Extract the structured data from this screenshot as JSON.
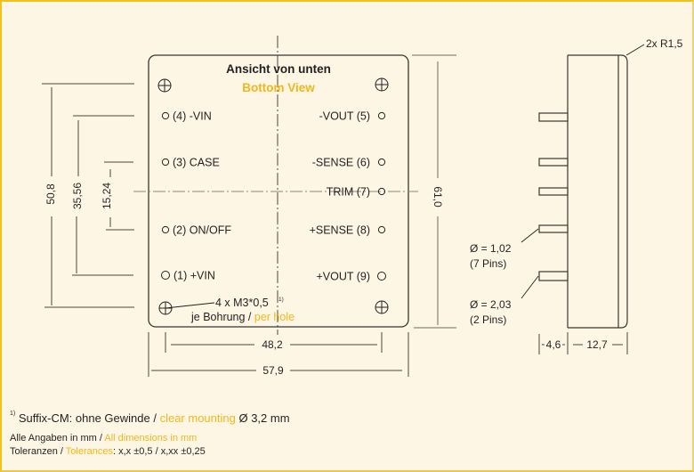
{
  "colors": {
    "background": "#fdf6e4",
    "border": "#f0c21a",
    "accent_yellow": "#f0b71c",
    "ink": "#231f20",
    "dim_line": "#7a7468"
  },
  "bottom_view": {
    "title_de": "Ansicht von unten",
    "title_en": "Bottom View",
    "pins_left": [
      {
        "label": "(4) -VIN"
      },
      {
        "label": "(3) CASE"
      },
      {
        "label": "(2) ON/OFF"
      },
      {
        "label": "(1) +VIN"
      }
    ],
    "pins_right": [
      {
        "label": "-VOUT (5)"
      },
      {
        "label": "-SENSE (6)"
      },
      {
        "label": "TRIM (7)"
      },
      {
        "label": "+SENSE (8)"
      },
      {
        "label": "+VOUT (9)"
      }
    ],
    "mount_label": "4 x M3*0,5",
    "mount_sup": "1)",
    "per_hole_de": "je Bohrung / ",
    "per_hole_en": "per hole",
    "mounting_holes": [
      "top-left",
      "top-right",
      "bottom-left",
      "bottom-right"
    ]
  },
  "dimensions": {
    "left": [
      "50,8",
      "35,56",
      "15,24"
    ],
    "right_height": "61,0",
    "bottom_inner": "48,2",
    "bottom_outer": "57,9",
    "side_corner": "2x R1,5",
    "side_thickness_a": "4,6",
    "side_thickness_b": "12,7"
  },
  "side_view": {
    "pin_small_label": "Ø = 1,02",
    "pin_small_count": "(7 Pins)",
    "pin_large_label": "Ø = 2,03",
    "pin_large_count": "(2 Pins)"
  },
  "notes": {
    "footnote_sup": "1)",
    "footnote_de": " Suffix-CM: ohne Gewinde / ",
    "footnote_en": "clear mounting",
    "footnote_tail": " Ø 3,2 mm",
    "units_de": "Alle Angaben in mm / ",
    "units_en": "All dimensions in mm",
    "tol_de": "Toleranzen / ",
    "tol_en": "Tolerances",
    "tol_values": ": x,x ±0,5 / x,xx ±0,25"
  }
}
